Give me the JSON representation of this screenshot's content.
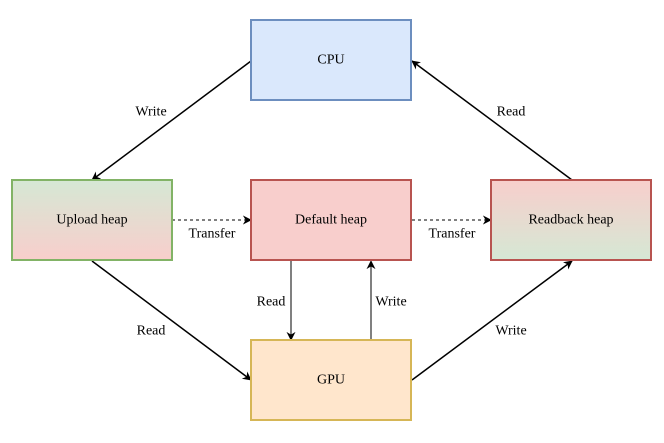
{
  "nodes": {
    "cpu": {
      "label": "CPU",
      "fill": "#dae8fc",
      "stroke": "#6c8ebf"
    },
    "upload_heap": {
      "label": "Upload heap",
      "fill_top": "#d5e8d4",
      "fill_bottom": "#f8cecc",
      "stroke": "#82b366"
    },
    "default_heap": {
      "label": "Default heap",
      "fill": "#f8cecc",
      "stroke": "#b85450"
    },
    "readback_heap": {
      "label": "Readback heap",
      "fill_top": "#f8cecc",
      "fill_bottom": "#d5e8d4",
      "stroke": "#b85450"
    },
    "gpu": {
      "label": "GPU",
      "fill": "#ffe6cc",
      "stroke": "#d6b656"
    }
  },
  "edges": {
    "cpu_to_upload": "Write",
    "upload_to_default": "Transfer",
    "default_to_readback": "Transfer",
    "readback_to_cpu": "Read",
    "upload_to_gpu": "Read",
    "default_to_gpu": "Read",
    "gpu_to_default": "Write",
    "gpu_to_readback": "Write"
  }
}
